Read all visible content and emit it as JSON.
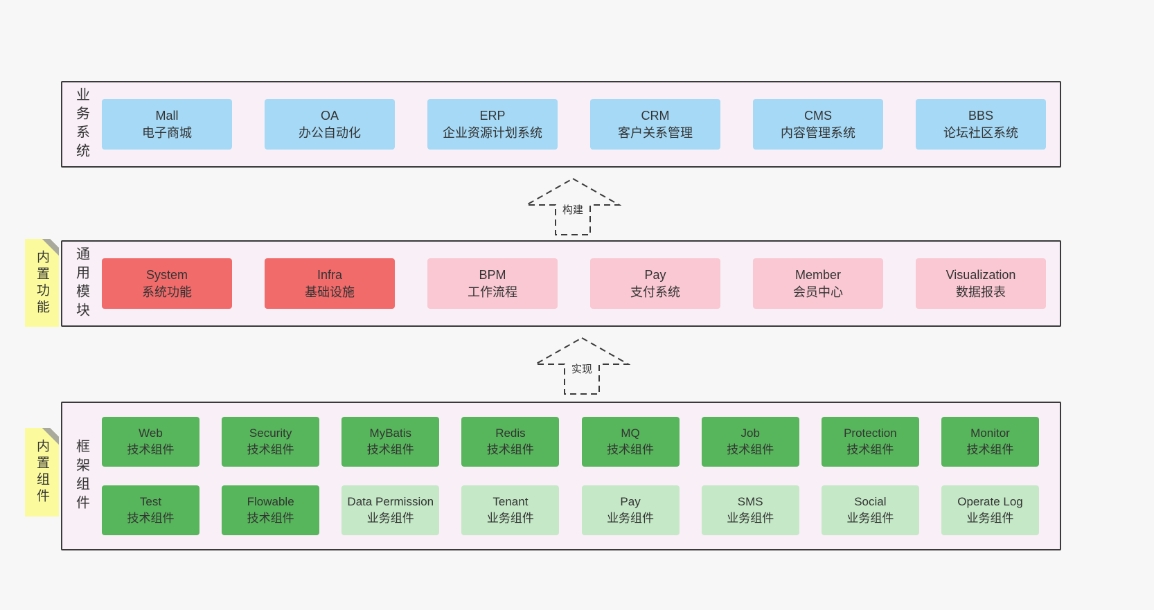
{
  "business": {
    "label": "业务系统",
    "boxes": [
      {
        "title": "Mall",
        "subtitle": "电子商城"
      },
      {
        "title": "OA",
        "subtitle": "办公自动化"
      },
      {
        "title": "ERP",
        "subtitle": "企业资源计划系统"
      },
      {
        "title": "CRM",
        "subtitle": "客户关系管理"
      },
      {
        "title": "CMS",
        "subtitle": "内容管理系统"
      },
      {
        "title": "BBS",
        "subtitle": "论坛社区系统"
      }
    ]
  },
  "modules": {
    "label": "通用模块",
    "sticky": "内置功能",
    "boxes": [
      {
        "title": "System",
        "subtitle": "系统功能",
        "variant": "red"
      },
      {
        "title": "Infra",
        "subtitle": "基础设施",
        "variant": "red"
      },
      {
        "title": "BPM",
        "subtitle": "工作流程",
        "variant": "pink"
      },
      {
        "title": "Pay",
        "subtitle": "支付系统",
        "variant": "pink"
      },
      {
        "title": "Member",
        "subtitle": "会员中心",
        "variant": "pink"
      },
      {
        "title": "Visualization",
        "subtitle": "数据报表",
        "variant": "pink"
      }
    ]
  },
  "framework": {
    "label": "框架组件",
    "sticky": "内置组件",
    "row1": [
      {
        "title": "Web",
        "subtitle": "技术组件",
        "variant": "green"
      },
      {
        "title": "Security",
        "subtitle": "技术组件",
        "variant": "green"
      },
      {
        "title": "MyBatis",
        "subtitle": "技术组件",
        "variant": "green"
      },
      {
        "title": "Redis",
        "subtitle": "技术组件",
        "variant": "green"
      },
      {
        "title": "MQ",
        "subtitle": "技术组件",
        "variant": "green"
      },
      {
        "title": "Job",
        "subtitle": "技术组件",
        "variant": "green"
      },
      {
        "title": "Protection",
        "subtitle": "技术组件",
        "variant": "green"
      },
      {
        "title": "Monitor",
        "subtitle": "技术组件",
        "variant": "green"
      }
    ],
    "row2": [
      {
        "title": "Test",
        "subtitle": "技术组件",
        "variant": "green"
      },
      {
        "title": "Flowable",
        "subtitle": "技术组件",
        "variant": "green"
      },
      {
        "title": "Data Permission",
        "subtitle": "业务组件",
        "variant": "lightgreen"
      },
      {
        "title": "Tenant",
        "subtitle": "业务组件",
        "variant": "lightgreen"
      },
      {
        "title": "Pay",
        "subtitle": "业务组件",
        "variant": "lightgreen"
      },
      {
        "title": "SMS",
        "subtitle": "业务组件",
        "variant": "lightgreen"
      },
      {
        "title": "Social",
        "subtitle": "业务组件",
        "variant": "lightgreen"
      },
      {
        "title": "Operate Log",
        "subtitle": "业务组件",
        "variant": "lightgreen"
      }
    ]
  },
  "arrows": {
    "build": "构建",
    "implement": "实现"
  },
  "colors": {
    "page_bg": "#f7f7f7",
    "layer_bg": "#f9eff7",
    "layer_border": "#3a3a3a",
    "blue": "#a6d9f5",
    "red": "#f16b6b",
    "pink": "#f9c8d3",
    "green": "#57b55b",
    "light_green": "#c5e8c7",
    "sticky_yellow": "#fbfb9e",
    "text": "#333333"
  }
}
